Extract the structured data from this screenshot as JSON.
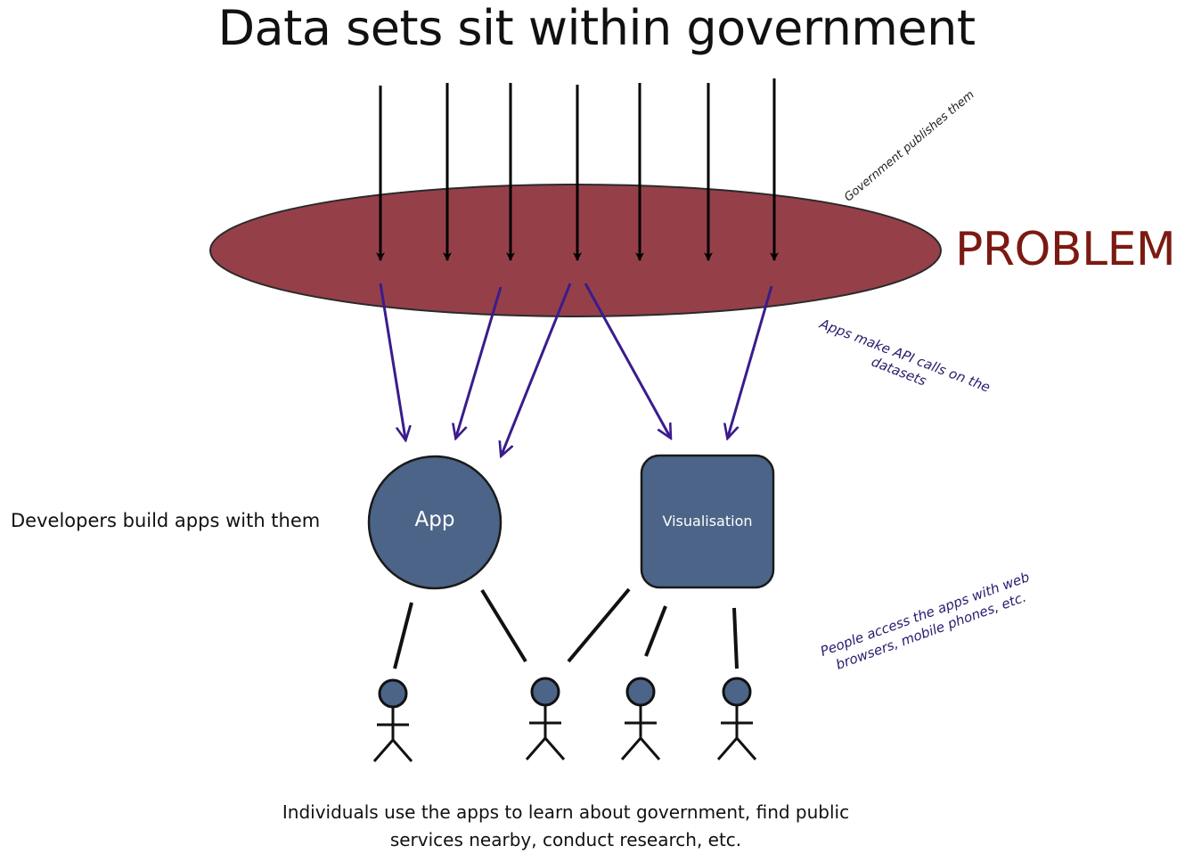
{
  "title": "Data sets sit within government",
  "problem_label": "PROBLEM",
  "annotations": {
    "government_publishes": "Government publishes them",
    "api_calls_line1": "Apps make API calls on the",
    "api_calls_line2": "datasets",
    "people_access_line1": "People access the apps with web",
    "people_access_line2": "browsers, mobile phones, etc."
  },
  "developers_label": "Developers build apps with them",
  "nodes": {
    "app": "App",
    "visualisation": "Visualisation"
  },
  "individuals_line1": "Individuals use the apps to learn about government,  find public",
  "individuals_line2": "services nearby, conduct research, etc.",
  "colors": {
    "ellipse_fill": "#954049",
    "node_fill": "#4b6487",
    "api_arrow": "#3a1c8c",
    "problem_text": "#7b1a12"
  },
  "people_count": 4
}
